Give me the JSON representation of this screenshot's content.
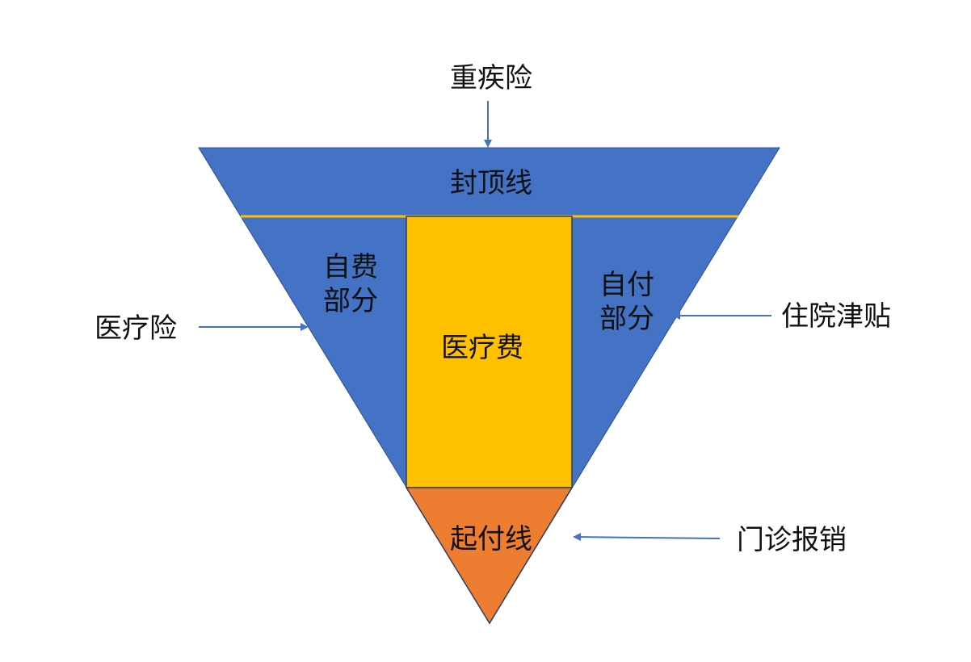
{
  "labels": {
    "critical_illness": "重疾险",
    "medical_insurance": "医疗险",
    "hospital_allowance": "住院津贴",
    "outpatient_reimbursement": "门诊报销",
    "cap_line": "封顶线",
    "self_pay_left_line1": "自费",
    "self_pay_left_line2": "部分",
    "self_pay_right_line1": "自付",
    "self_pay_right_line2": "部分",
    "medical_cost": "医疗费",
    "deductible_line": "起付线"
  },
  "colors": {
    "blue": "#4472C4",
    "yellow": "#FFC000",
    "orange": "#ED7D31",
    "arrow": "#4472C4",
    "text": "#111111"
  }
}
